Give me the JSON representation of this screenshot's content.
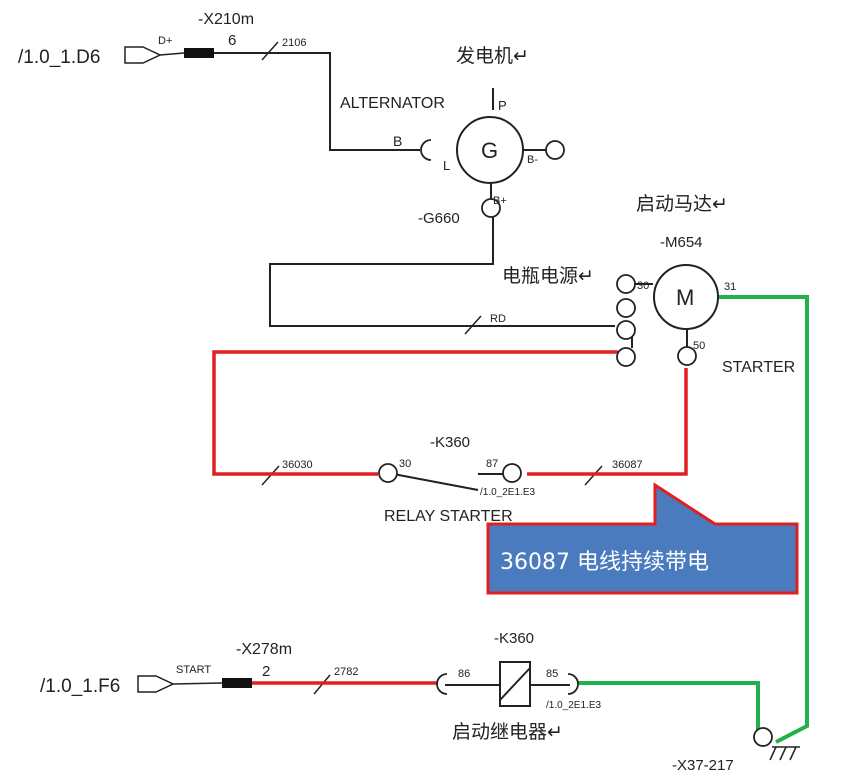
{
  "refs": {
    "d6": "/1.0_1.D6",
    "f6": "/1.0_1.F6"
  },
  "connectors": {
    "x210m": "-X210m",
    "x210m_pin": "6",
    "x278m": "-X278m",
    "x278m_pin": "2",
    "x37": "-X37-217"
  },
  "signals": {
    "d_plus": "D+",
    "start": "START"
  },
  "wires": {
    "w2106": "2106",
    "rd": "RD",
    "w36030": "36030",
    "w36087": "36087",
    "w2782": "2782"
  },
  "alternator": {
    "cn_label": "发电机↵",
    "en_label": "ALTERNATOR",
    "symbol": "G",
    "tag": "-G660",
    "pin_b": "B",
    "pin_l": "L",
    "pin_p": "P",
    "pin_bminus": "B-",
    "pin_bplus": "B+"
  },
  "battery": {
    "cn_label": "电瓶电源↵"
  },
  "starter": {
    "cn_label": "启动马达↵",
    "tag": "-M654",
    "symbol": "M",
    "pin_30": "30",
    "pin_31": "31",
    "pin_50": "50",
    "en_label": "STARTER"
  },
  "relay_top": {
    "tag": "-K360",
    "pin_30": "30",
    "pin_87": "87",
    "ref": "/1.0_2E1.E3",
    "label": "RELAY STARTER"
  },
  "relay_bottom": {
    "tag": "-K360",
    "pin_86": "86",
    "pin_85": "85",
    "ref": "/1.0_2E1.E3",
    "cn_label": "启动继电器↵"
  },
  "callout": {
    "text": "36087 电线持续带电",
    "fill": "#4a7bbf",
    "border": "#e02020"
  },
  "colors": {
    "red_wire": "#e02020",
    "green_wire": "#22b04a",
    "black_wire": "#222222"
  }
}
